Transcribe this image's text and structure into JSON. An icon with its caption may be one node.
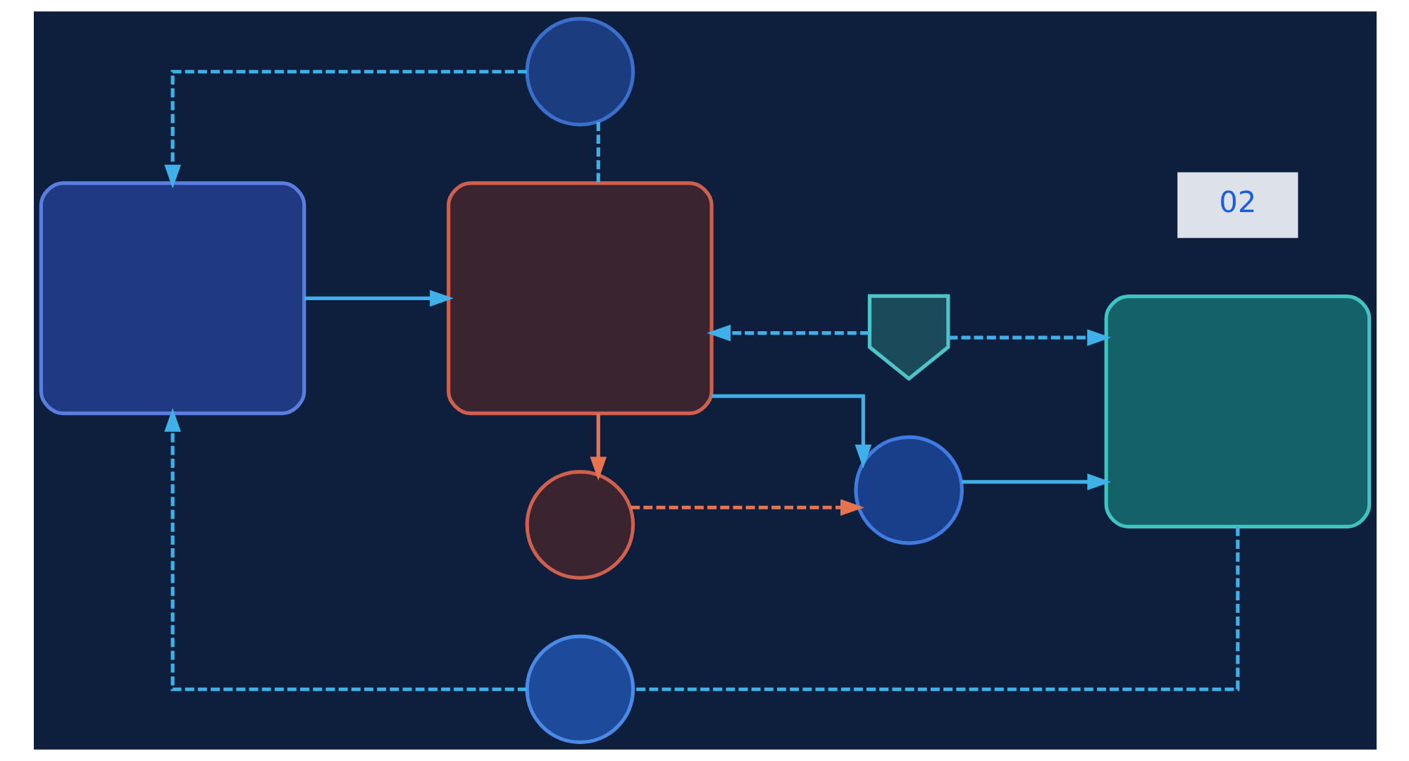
{
  "diagram": {
    "nodes": [
      {
        "text": [],
        "shape": "box"
      },
      {
        "text": [],
        "shape": "box"
      },
      {
        "text": [],
        "shape": "circle"
      },
      {
        "text": [],
        "shape": "box"
      },
      {
        "text": [],
        "shape": "circle"
      },
      {
        "text": [],
        "shape": "shield"
      },
      {
        "text": [],
        "shape": "circle"
      },
      {
        "text": [],
        "shape": "circle"
      }
    ],
    "edges": [
      {
        "from": 0,
        "to": 1,
        "arrow": "to"
      },
      {
        "from": 1,
        "to": 2,
        "arrow": "to"
      },
      {
        "from": 2,
        "to": 3,
        "arrow": "to"
      },
      {
        "from": 4,
        "to": 0,
        "arrow": "to",
        "style": "dashed"
      },
      {
        "from": 4,
        "to": 1,
        "arrow": "none",
        "style": "dashed"
      },
      {
        "from": 5,
        "to": 1,
        "arrow": "to",
        "style": "dashed"
      },
      {
        "from": 5,
        "to": 3,
        "arrow": "to",
        "style": "dashed"
      },
      {
        "from": 1,
        "to": 6,
        "arrow": "to",
        "color": "#e8734f"
      },
      {
        "from": 6,
        "to": 2,
        "arrow": "to",
        "style": "dashed",
        "color": "#e8734f"
      },
      {
        "from": 3,
        "to": 7,
        "arrow": "none",
        "style": "dashed"
      },
      {
        "from": 7,
        "to": 0,
        "arrow": "to",
        "style": "dashed"
      }
    ],
    "labels": [
      "02"
    ]
  }
}
